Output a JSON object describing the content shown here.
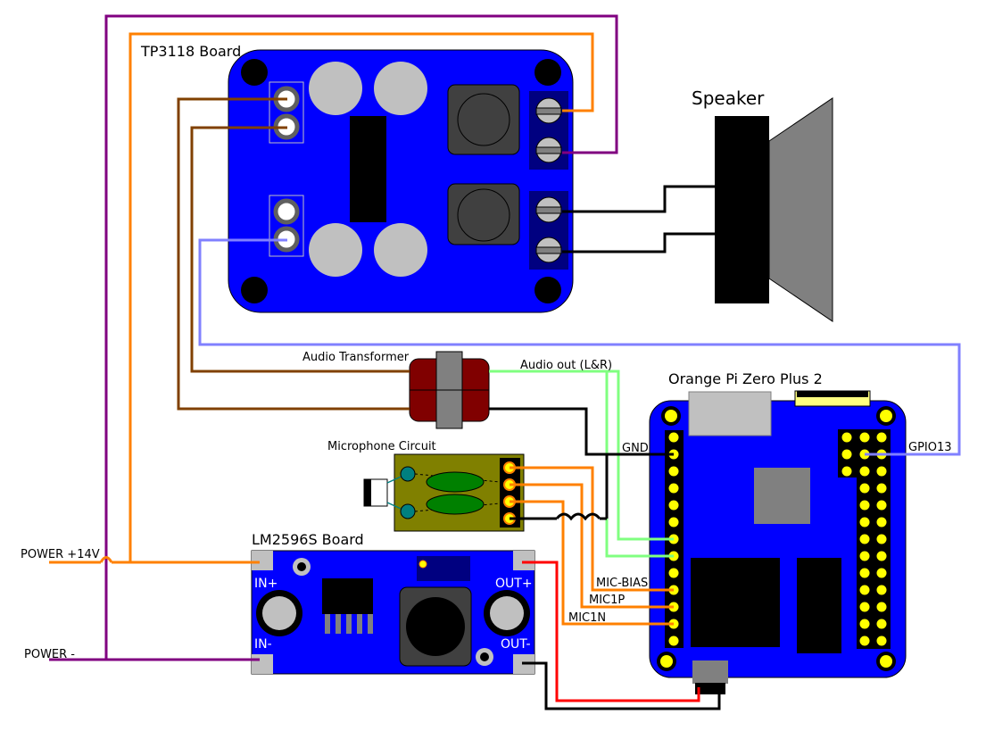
{
  "labels": {
    "tp3118": "TP3118 Board",
    "speaker": "Speaker",
    "audio_transformer": "Audio Transformer",
    "audio_out": "Audio out (L&R)",
    "orange_pi": "Orange Pi Zero Plus 2",
    "gnd": "GND",
    "gpio13": "GPIO13",
    "microphone": "Microphone Circuit",
    "lm2596s": "LM2596S Board",
    "power_pos": "POWER +14V",
    "power_neg": "POWER -",
    "in_pos": "IN+",
    "in_neg": "IN-",
    "out_pos": "OUT+",
    "out_neg": "OUT-",
    "mic_bias": "MIC-BIAS",
    "mic1p": "MIC1P",
    "mic1n": "MIC1N"
  },
  "colors": {
    "board_blue": "#0000ff",
    "wire_purple": "#800080",
    "wire_orange": "#ff8000",
    "wire_brown": "#804000",
    "wire_lavender": "#8080ff",
    "wire_green": "#80ff80",
    "wire_red": "#ff0000",
    "wire_black": "#000000",
    "pin_yellow": "#ffff00",
    "mic_board": "#808000",
    "transformer_red": "#800000"
  }
}
